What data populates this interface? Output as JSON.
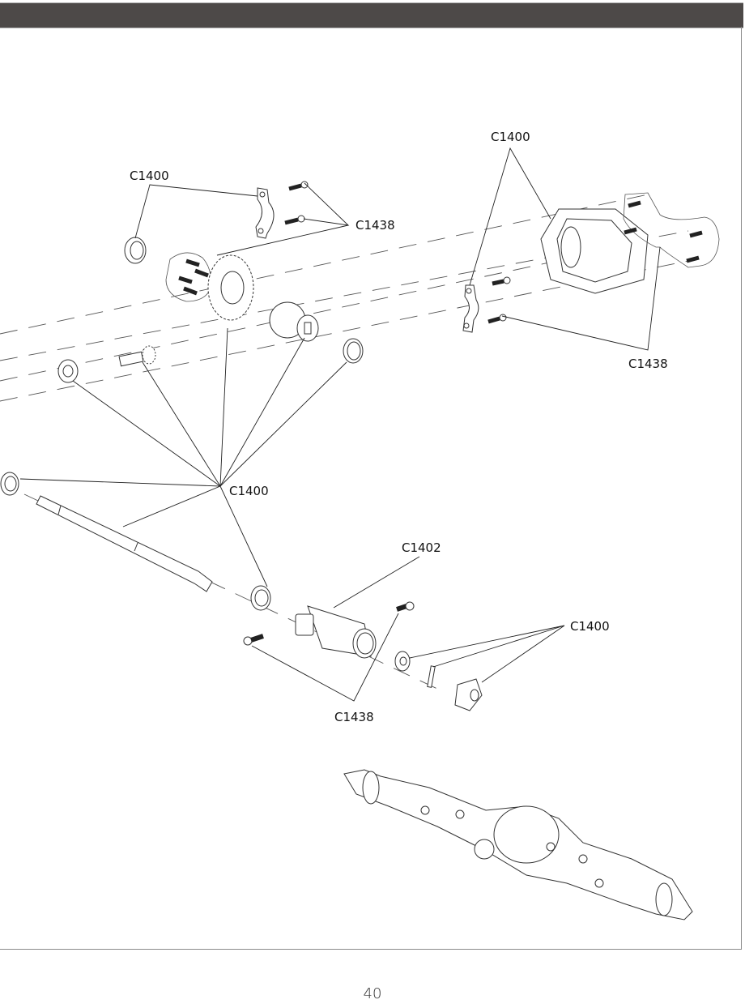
{
  "header": {
    "title": ""
  },
  "callouts": {
    "top_left_c1400": "C1400",
    "top_left_c1438": "C1438",
    "top_right_c1400": "C1400",
    "top_right_c1438": "C1438",
    "center_c1400": "C1400",
    "c1402": "C1402",
    "bottom_c1400": "C1400",
    "bottom_c1438": "C1438"
  },
  "footer": {
    "page_number": "40"
  }
}
